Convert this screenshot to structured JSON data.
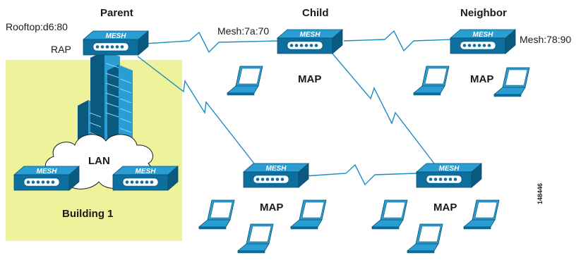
{
  "labels": {
    "parent": "Parent",
    "child": "Child",
    "neighbor": "Neighbor",
    "rooftop": "Rooftop:d6:80",
    "rap": "RAP",
    "mesh_child": "Mesh:7a:70",
    "mesh_neighbor": "Mesh:78:90",
    "map_child": "MAP",
    "map_neighbor": "MAP",
    "map_mid": "MAP",
    "map_right": "MAP",
    "lan": "LAN",
    "building": "Building 1",
    "figure_number": "148446"
  },
  "device_label": "MESH",
  "colors": {
    "building_area": "#eef29a",
    "device_top": "#2a9ed2",
    "device_front": "#0d6f9d",
    "device_side": "#0a5a80",
    "link": "#1d8cc4",
    "cloud": "#ffffff"
  }
}
